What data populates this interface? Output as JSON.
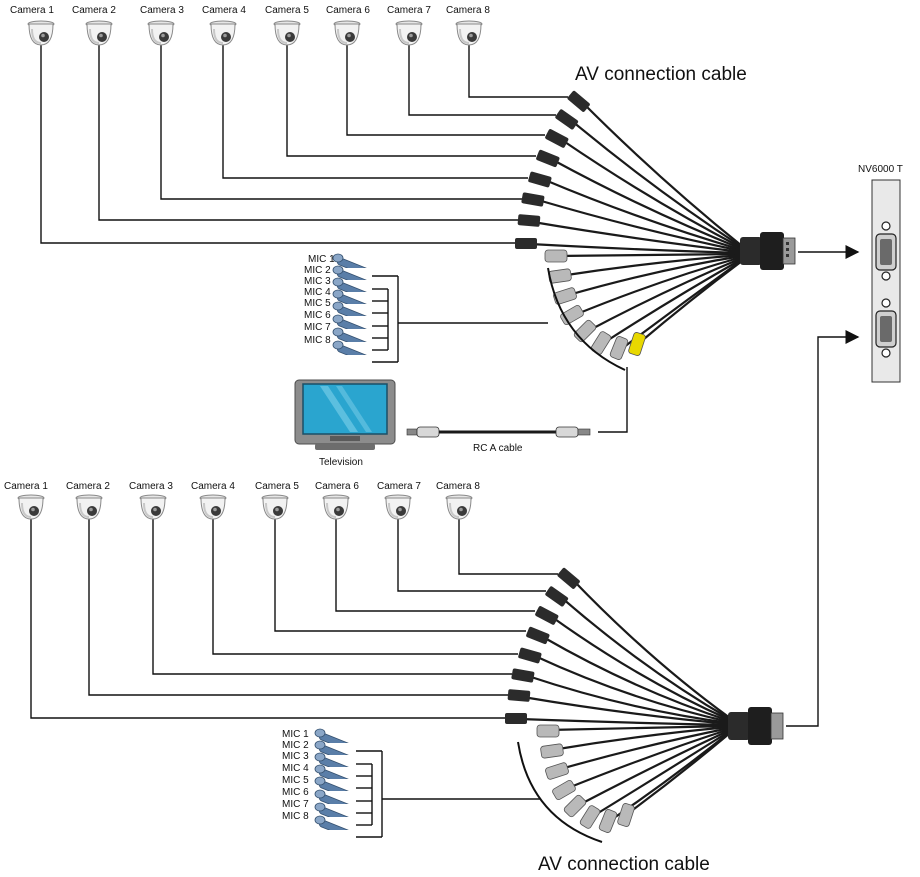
{
  "top_group": {
    "cameras": [
      "Camera 1",
      "Camera 2",
      "Camera 3",
      "Camera 4",
      "Camera 5",
      "Camera 6",
      "Camera 7",
      "Camera 8"
    ],
    "mics": [
      "MIC 1",
      "MIC 2",
      "MIC 3",
      "MIC 4",
      "MIC 5",
      "MIC 6",
      "MIC 7",
      "MIC 8"
    ],
    "cable_label": "AV connection cable"
  },
  "bottom_group": {
    "cameras": [
      "Camera 1",
      "Camera 2",
      "Camera 3",
      "Camera 4",
      "Camera 5",
      "Camera 6",
      "Camera 7",
      "Camera 8"
    ],
    "mics": [
      "MIC 1",
      "MIC 2",
      "MIC 3",
      "MIC 4",
      "MIC 5",
      "MIC 6",
      "MIC 7",
      "MIC 8"
    ],
    "cable_label": "AV connection cable"
  },
  "device_label": "NV6000 T",
  "television_label": "Television",
  "rca_cable_label": "RC A cable",
  "colors": {
    "tv_screen": "#2aa5cf",
    "tv_body": "#8c8c8c",
    "rca_yellow": "#e8d800",
    "mic_blue": "#5a7ea8",
    "connector_grey": "#b9b9b9"
  },
  "icons": {
    "camera": "dome-camera-icon",
    "microphone": "microphone-icon",
    "television": "television-icon",
    "rca_cable": "rca-cable-icon",
    "vga_connector": "db-connector-icon",
    "device": "nv6000t-panel-icon"
  }
}
